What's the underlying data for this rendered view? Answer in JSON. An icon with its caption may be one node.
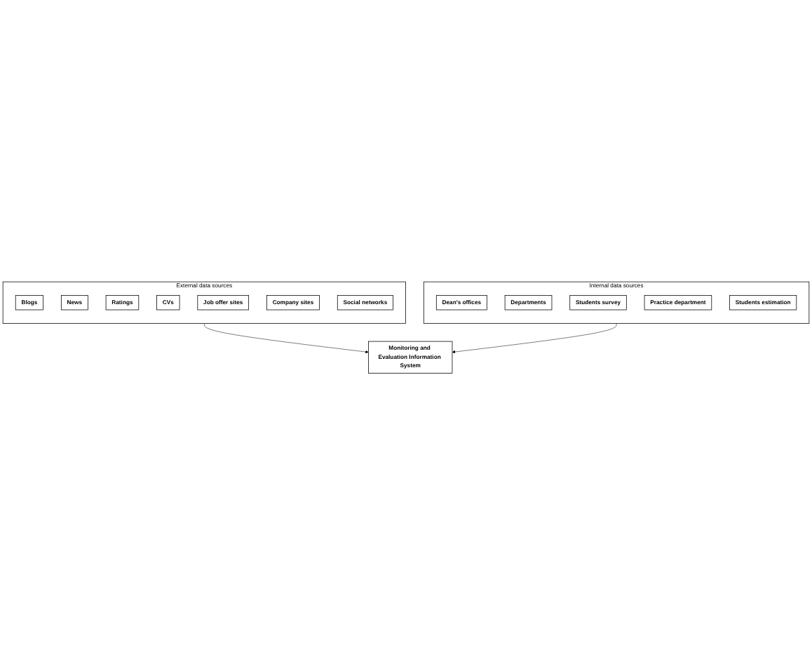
{
  "diagram": {
    "nodes": [
      {
        "text": [
          "External data sources"
        ]
      },
      {
        "text": [
          "Blogs"
        ],
        "in": 0
      },
      {
        "text": [
          "News"
        ],
        "in": 0
      },
      {
        "text": [
          "Ratings"
        ],
        "in": 0
      },
      {
        "text": [
          "CVs"
        ],
        "in": 0
      },
      {
        "text": [
          "Job offer sites"
        ],
        "in": 0
      },
      {
        "text": [
          "Company sites"
        ],
        "in": 0
      },
      {
        "text": [
          "Social networks"
        ],
        "in": 0
      },
      {
        "text": [
          "Monitoring and Evaluation Information System"
        ]
      },
      {
        "text": [
          "Internal data sources"
        ]
      },
      {
        "text": [
          "Dean's offices"
        ],
        "in": 9
      },
      {
        "text": [
          "Departments"
        ],
        "in": 9
      },
      {
        "text": [
          "Students survey"
        ],
        "in": 9
      },
      {
        "text": [
          "Practice department"
        ],
        "in": 9
      },
      {
        "text": [
          "Students estimation"
        ],
        "in": 9
      }
    ],
    "edges": [
      {
        "from": 0,
        "to": 8,
        "arrow": "to"
      },
      {
        "from": 9,
        "to": 8,
        "arrow": "to"
      }
    ]
  }
}
